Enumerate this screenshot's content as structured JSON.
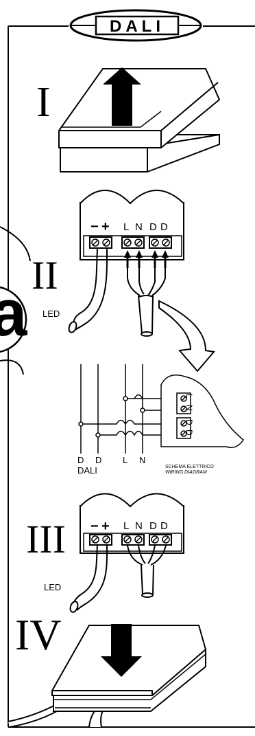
{
  "logo": {
    "text": "DALI"
  },
  "steps": [
    {
      "numeral": "I"
    },
    {
      "numeral": "II"
    },
    {
      "numeral": "III"
    },
    {
      "numeral": "IV"
    }
  ],
  "terminals": {
    "minus": "−",
    "plus": "+",
    "L": "L",
    "N": "N",
    "D1": "D",
    "D2": "D"
  },
  "labels": {
    "led_step2": "LED",
    "led_step3": "LED",
    "side_letter": "a"
  },
  "wiring_diagram": {
    "bus_labels": [
      "D",
      "D",
      "L",
      "N"
    ],
    "bus_group_label": "DALI",
    "terminal_letters": [
      "L",
      "N",
      "D",
      "D"
    ],
    "caption_line1": "SCHEMA ELETTRICO",
    "caption_line2": "WIRING DIAGRAM"
  },
  "colors": {
    "ink": "#000000",
    "paper": "#ffffff"
  }
}
